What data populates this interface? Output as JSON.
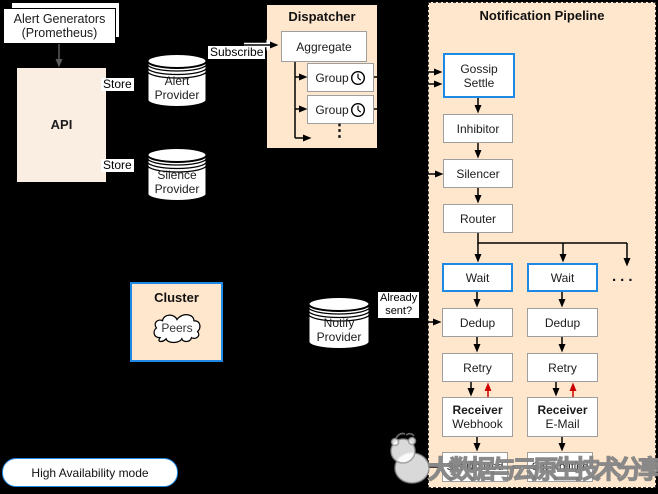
{
  "generators": {
    "line1": "Alert Generators",
    "line2": "(Prometheus)"
  },
  "api": {
    "label": "API"
  },
  "labels": {
    "store": "Store",
    "subscribe": "Subscribe",
    "already_sent_line1": "Already",
    "already_sent_line2": "sent?"
  },
  "providers": {
    "alert": {
      "line1": "Alert",
      "line2": "Provider"
    },
    "silence": {
      "line1": "Silence",
      "line2": "Provider"
    },
    "notify": {
      "line1": "Notify",
      "line2": "Provider"
    }
  },
  "dispatcher": {
    "title": "Dispatcher",
    "aggregate": "Aggregate",
    "group": "Group",
    "more": "⋮"
  },
  "pipeline": {
    "title": "Notification Pipeline",
    "gossip_line1": "Gossip",
    "gossip_line2": "Settle",
    "inhibitor": "Inhibitor",
    "silencer": "Silencer",
    "router": "Router",
    "wait": "Wait",
    "more": "...",
    "dedup": "Dedup",
    "retry": "Retry",
    "receiver": "Receiver",
    "webhook": "Webhook",
    "email": "E-Mail",
    "set_notified": "Set Notified"
  },
  "cluster": {
    "title": "Cluster",
    "peers": "Peers"
  },
  "ha": {
    "label": "High Availability mode"
  },
  "watermark": {
    "text": "大数据与云原生技术分享"
  },
  "icons": {
    "clock": "clock-icon",
    "cloud": "cloud-icon",
    "database": "database-icon"
  },
  "colors": {
    "panel": "#FFE7CD",
    "blue": "#1E88E5",
    "red": "#CC0000",
    "gray_border": "#9E9E9E",
    "api_fill": "#FAEEE2",
    "dash": "#333333"
  }
}
